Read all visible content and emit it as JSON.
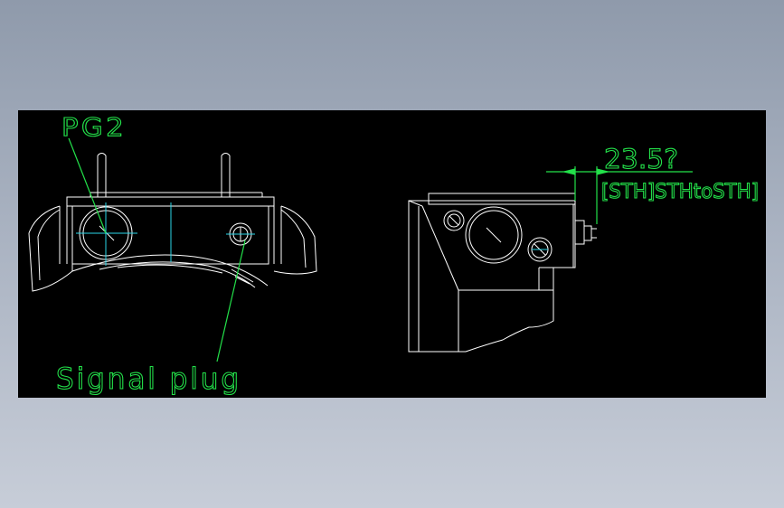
{
  "colors": {
    "background_top": "#8f9aab",
    "background_bottom": "#c7cdd8",
    "canvas": "#000000",
    "outline": "#ffffff",
    "centerline": "#2ad6e8",
    "annotation": "#23e14a"
  },
  "labels": {
    "pg2": "PG2",
    "signal_plug": "Signal plug",
    "dimension_value": "23.5?",
    "dimension_suffix": "[STH]STHtoSTH]"
  }
}
